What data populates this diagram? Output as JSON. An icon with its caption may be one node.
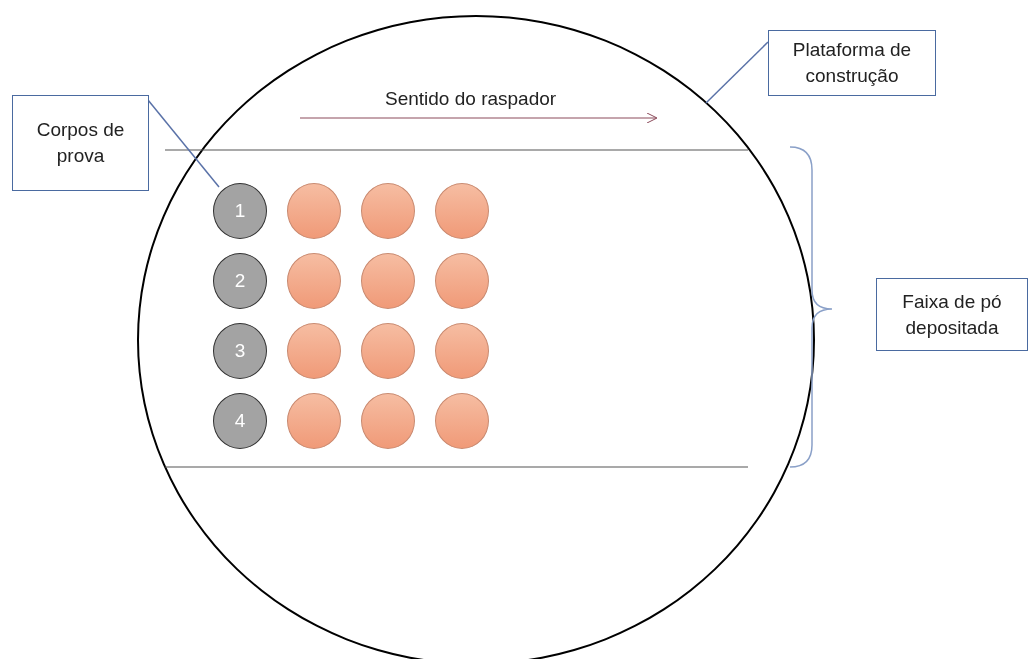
{
  "diagram": {
    "nodes": [
      {
        "text": [
          "Corpos de prova"
        ]
      },
      {
        "text": [
          "Plataforma de construção"
        ]
      },
      {
        "text": [],
        "shape": "circle"
      },
      {
        "text": [
          "1"
        ],
        "in": 2
      },
      {
        "text": [],
        "shape": "circle",
        "in": 2
      },
      {
        "text": [],
        "shape": "circle",
        "in": 2
      },
      {
        "text": [],
        "shape": "circle",
        "in": 2
      },
      {
        "text": [
          "2"
        ],
        "in": 2
      },
      {
        "text": [],
        "shape": "circle",
        "in": 2
      },
      {
        "text": [],
        "shape": "circle",
        "in": 2
      },
      {
        "text": [],
        "shape": "circle",
        "in": 2
      },
      {
        "text": [
          "3"
        ],
        "in": 2
      },
      {
        "text": [],
        "shape": "circle",
        "in": 2
      },
      {
        "text": [],
        "shape": "circle",
        "in": 2
      },
      {
        "text": [],
        "shape": "circle",
        "in": 2
      },
      {
        "text": [
          "4"
        ],
        "in": 2
      },
      {
        "text": [],
        "shape": "circle",
        "in": 2
      },
      {
        "text": [],
        "shape": "circle",
        "in": 2
      },
      {
        "text": [],
        "shape": "circle",
        "in": 2
      },
      {
        "text": [
          "Faixa de pó depositada"
        ]
      }
    ],
    "edges": [
      {
        "from": 0,
        "to": 3,
        "arrow": "none"
      },
      {
        "from": 1,
        "to": 2,
        "arrow": "none"
      }
    ],
    "labels": [
      "Sentido do raspador"
    ]
  }
}
